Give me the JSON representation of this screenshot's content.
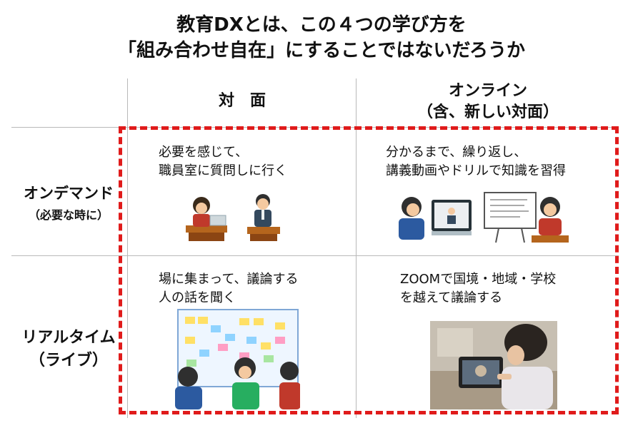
{
  "title": {
    "line1": "教育DXとは、この４つの学び方を",
    "line2": "「組み合わせ自在」にすることではないだろうか"
  },
  "columns": {
    "face_to_face": "対　面",
    "online_line1": "オンライン",
    "online_line2": "（含、新しい対面）"
  },
  "rows": {
    "on_demand": "オンデマンド",
    "on_demand_sub": "（必要な時に）",
    "real_time_line1": "リアルタイム",
    "real_time_line2": "（ライブ）"
  },
  "cells": {
    "ondemand_face": {
      "line1": "必要を感じて、",
      "line2": "職員室に質問しに行く"
    },
    "ondemand_online": {
      "line1": "分かるまで、繰り返し、",
      "line2": "講義動画やドリルで知識を習得"
    },
    "realtime_face": {
      "line1": "場に集まって、議論する",
      "line2": "人の話を聞く"
    },
    "realtime_online": {
      "line1": "ZOOMで国境・地域・学校",
      "line2": "を越えて議論する"
    }
  },
  "colors": {
    "accent_dash": "#e01b1b",
    "grid": "#b9b9b9"
  }
}
